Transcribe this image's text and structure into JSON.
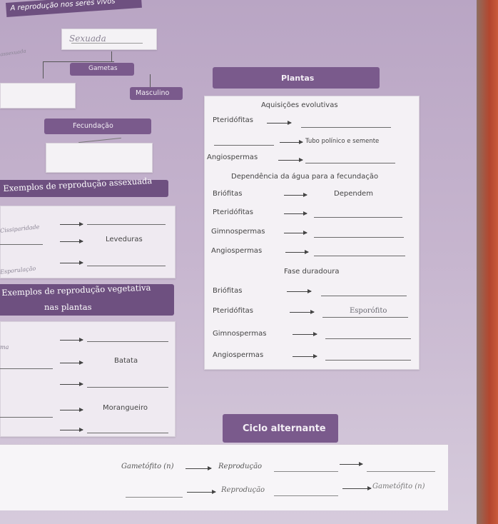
{
  "top_title": "A reprodução nos seres vivos",
  "sexuada_handwritten": "Sexuada",
  "assexuada_partial": "assexuada",
  "gametas": "Gametas",
  "masculino": "Masculino",
  "fecundacao": "Fecundação",
  "assexuada_section": {
    "title": "Exemplos de reprodução assexuada",
    "row1_left": "Cissiparidade",
    "row2_text": "Leveduras",
    "row3_left": "Esporulação"
  },
  "vegetativa_section": {
    "title_line1": "Exemplos de reprodução vegetativa",
    "title_line2": "nas plantas",
    "row1_left": "ma",
    "row2_text": "Batata",
    "row4_text": "Morangueiro"
  },
  "plantas": {
    "header": "Plantas",
    "aquisicoes_title": "Aquisições evolutivas",
    "aquisicoes": [
      {
        "left": "Pteridófitas",
        "right": ""
      },
      {
        "left": "",
        "right": "Tubo polínico e semente"
      },
      {
        "left": "Angiospermas",
        "right": ""
      }
    ],
    "dependencia_title": "Dependência da água para a fecundação",
    "dependencia": [
      {
        "left": "Briófitas",
        "right": "Dependem"
      },
      {
        "left": "Pteridófitas",
        "right": ""
      },
      {
        "left": "Gimnospermas",
        "right": ""
      },
      {
        "left": "Angiospermas",
        "right": ""
      }
    ],
    "fase_title": "Fase duradoura",
    "fase": [
      {
        "left": "Briófitas",
        "right": ""
      },
      {
        "left": "Pteridófitas",
        "right": "Esporófito"
      },
      {
        "left": "Gimnospermas",
        "right": ""
      },
      {
        "left": "Angiospermas",
        "right": ""
      }
    ]
  },
  "ciclo": {
    "header": "Ciclo alternante",
    "row1_start": "Gametófito (n)",
    "row1_mid": "Reprodução",
    "row2_mid": "Reprodução",
    "row2_end": "Gametófito (n)"
  }
}
